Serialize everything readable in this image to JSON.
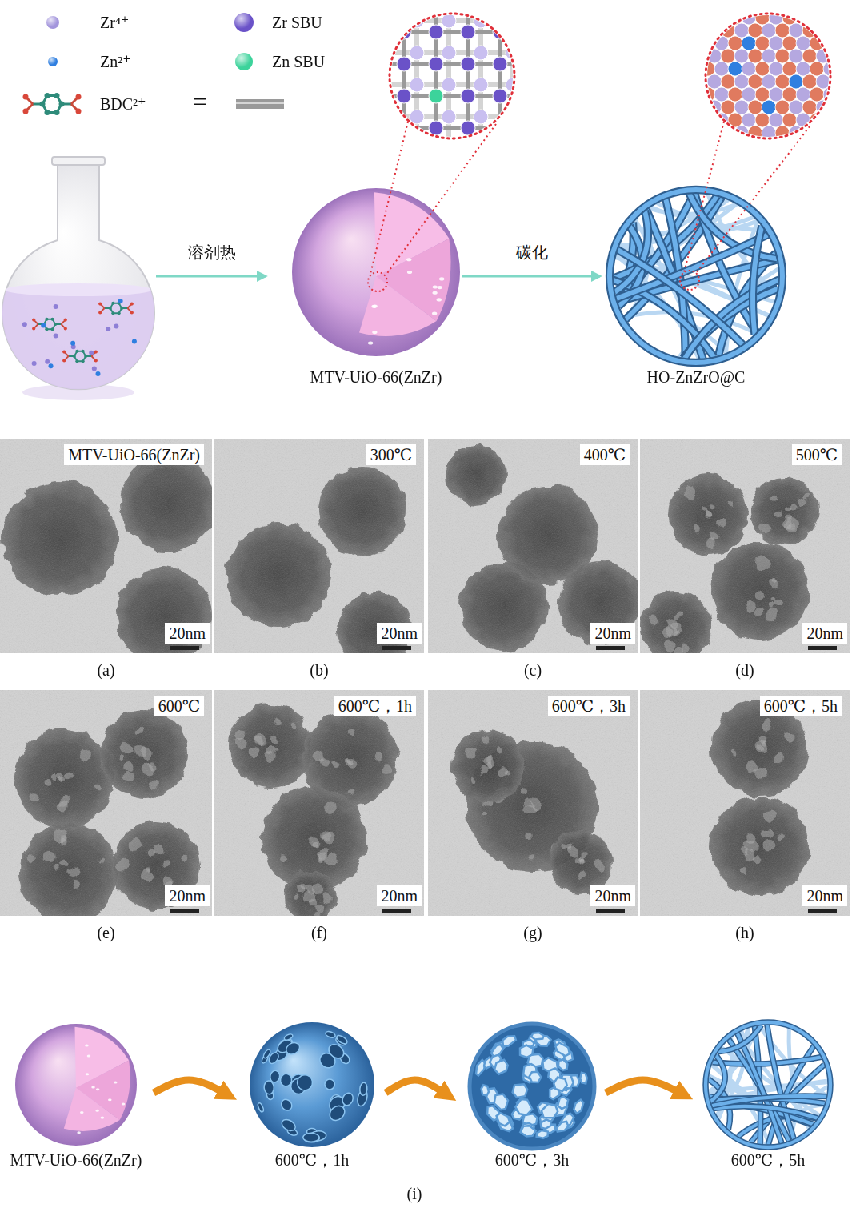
{
  "diagram": {
    "nodes": [
      {
        "text": [
          "MTV-UiO-66(ZnZr)"
        ]
      },
      {
        "text": [
          "HO-ZnZrO@C"
        ]
      },
      {
        "text": [
          "MTV-UiO-66(ZnZr)",
          "20nm",
          "(a)"
        ]
      },
      {
        "text": [
          "300℃",
          "20nm",
          "(b)"
        ]
      },
      {
        "text": [
          "400℃",
          "20nm",
          "(c)"
        ]
      },
      {
        "text": [
          "500℃",
          "20nm",
          "(d)"
        ]
      },
      {
        "text": [
          "600℃",
          "20nm",
          "(e)"
        ]
      },
      {
        "text": [
          "600℃，1h",
          "20nm",
          "(f)"
        ]
      },
      {
        "text": [
          "600℃，3h",
          "20nm",
          "(g)"
        ]
      },
      {
        "text": [
          "600℃，5h",
          "20nm",
          "(h)"
        ]
      },
      {
        "text": [
          "MTV-UiO-66(ZnZr)"
        ]
      },
      {
        "text": [
          "600℃，1h"
        ]
      },
      {
        "text": [
          "600℃，3h"
        ]
      },
      {
        "text": [
          "600℃，5h"
        ]
      }
    ],
    "edges": [
      {
        "from": 0,
        "to": 1,
        "arrow": "to",
        "label": "碳化"
      },
      {
        "from": 10,
        "to": 11,
        "arrow": "to"
      },
      {
        "from": 11,
        "to": 12,
        "arrow": "to"
      },
      {
        "from": 12,
        "to": 13,
        "arrow": "to"
      }
    ],
    "labels": [
      "=",
      "溶剂热",
      "(i)"
    ],
    "legend": [
      {
        "text": "Zr⁴⁺",
        "color": "#a395dc"
      },
      {
        "text": "Zn²⁺",
        "color": "#2f7fe0"
      },
      {
        "text": "BDC²⁺"
      },
      {
        "text": "Zr SBU",
        "color": "#6a52c8"
      },
      {
        "text": "Zn SBU",
        "color": "#3cd39b"
      }
    ]
  }
}
